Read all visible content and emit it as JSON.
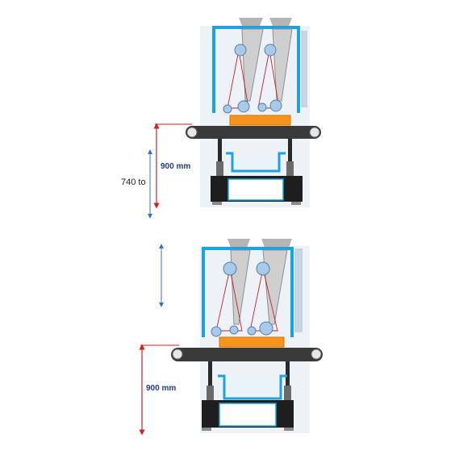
{
  "top_diagram": {
    "dimension_label": "900 mm",
    "range_prefix": "740 to",
    "colors": {
      "dimension_text": "#1f3a8a",
      "arrow_red": "#d11f2a",
      "arrow_blue": "#3b6fc4"
    }
  },
  "bottom_diagram": {
    "dimension_label": "900 mm",
    "colors": {
      "dimension_text": "#1f3a8a",
      "arrow_red": "#d11f2a",
      "arrow_blue": "#3b6fc4"
    }
  },
  "colors": {
    "frame_blue": "#1aa3e0",
    "belt": "#3a3a3a",
    "roller": "#e6e6e6",
    "product": "#f7941d",
    "base": "#1e1e1e",
    "backplate": "#dfe8f0",
    "pulley": "#a9c9e8",
    "band_red": "#c02030",
    "grey_top": "#b5b5b5"
  }
}
